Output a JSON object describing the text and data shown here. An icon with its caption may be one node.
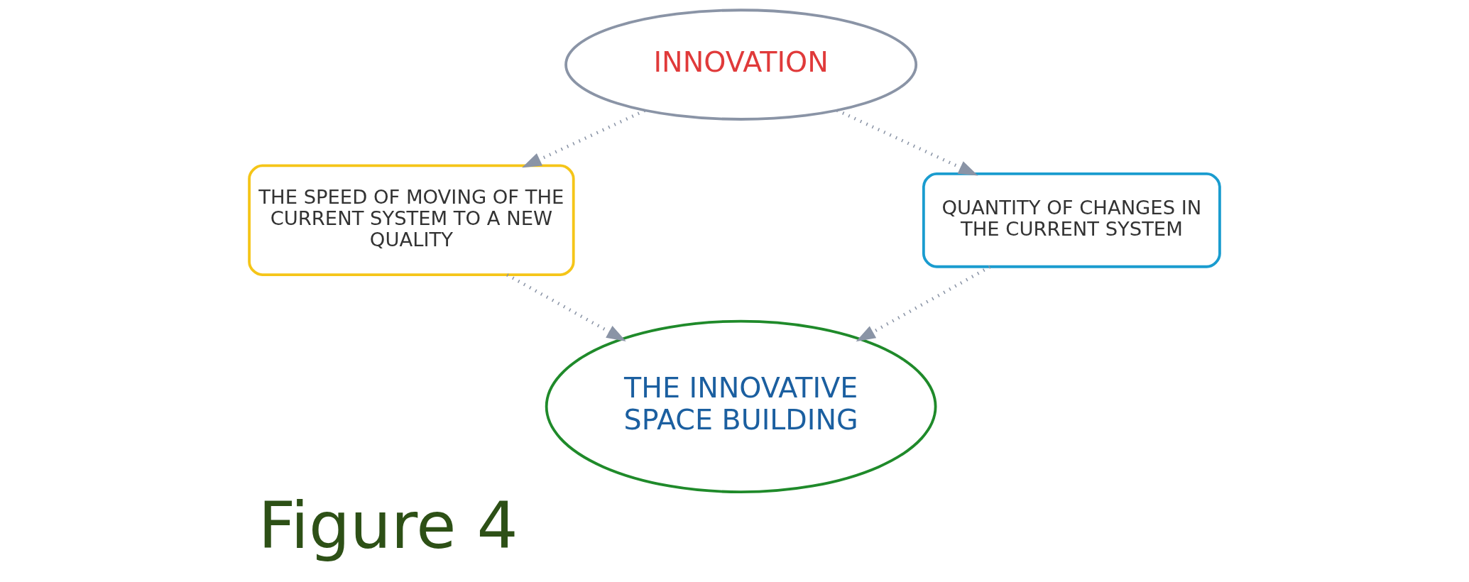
{
  "diagram": {
    "caption": "Figure 4",
    "nodes": [
      {
        "text": [
          "INNOVATION"
        ]
      },
      {
        "text": [
          "THE SPEED OF MOVING OF THE CURRENT SYSTEM TO A NEW QUALITY"
        ]
      },
      {
        "text": [
          "QUANTITY OF CHANGES IN THE CURRENT SYSTEM"
        ]
      },
      {
        "text": [
          "THE INNOVATIVE SPACE BUILDING"
        ]
      }
    ],
    "edges": [
      {
        "from": 0,
        "to": 1,
        "arrow": "to",
        "style": "dashed"
      },
      {
        "from": 0,
        "to": 2,
        "arrow": "to",
        "style": "dashed"
      },
      {
        "from": 1,
        "to": 3,
        "arrow": "to",
        "style": "dashed"
      },
      {
        "from": 2,
        "to": 3,
        "arrow": "to",
        "style": "dashed"
      }
    ]
  }
}
